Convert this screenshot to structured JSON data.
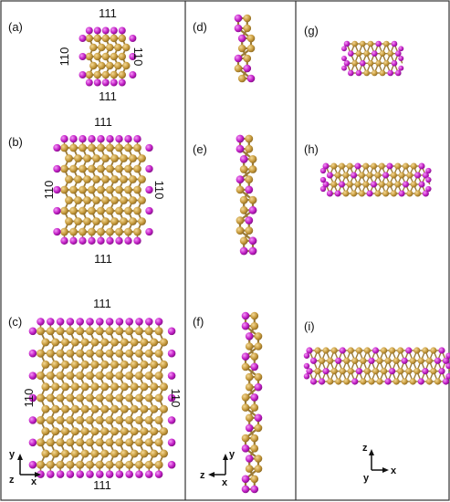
{
  "colors": {
    "ga_atom": "#c69a3c",
    "ga_atom_light": "#e9c77a",
    "as_atom": "#c21fc6",
    "as_atom_light": "#f07cf2",
    "bond": "#9a7a36",
    "frame": "#333333"
  },
  "panels": {
    "a": {
      "label": "(a)",
      "top": "111",
      "bottom": "111",
      "left": "110",
      "right": "110"
    },
    "b": {
      "label": "(b)",
      "top": "111",
      "bottom": "111",
      "left": "110",
      "right": "110"
    },
    "c": {
      "label": "(c)",
      "top": "111",
      "bottom": "111",
      "left": "110",
      "right": "110"
    },
    "d": {
      "label": "(d)"
    },
    "e": {
      "label": "(e)"
    },
    "f": {
      "label": "(f)"
    },
    "g": {
      "label": "(g)"
    },
    "h": {
      "label": "(h)"
    },
    "i": {
      "label": "(i)"
    }
  },
  "axes": {
    "left": {
      "up": "y",
      "side": "x",
      "origin": "z"
    },
    "middle": {
      "up": "y",
      "side": "z",
      "origin": "x"
    },
    "right": {
      "up": "z",
      "side": "x",
      "origin": "y"
    }
  }
}
